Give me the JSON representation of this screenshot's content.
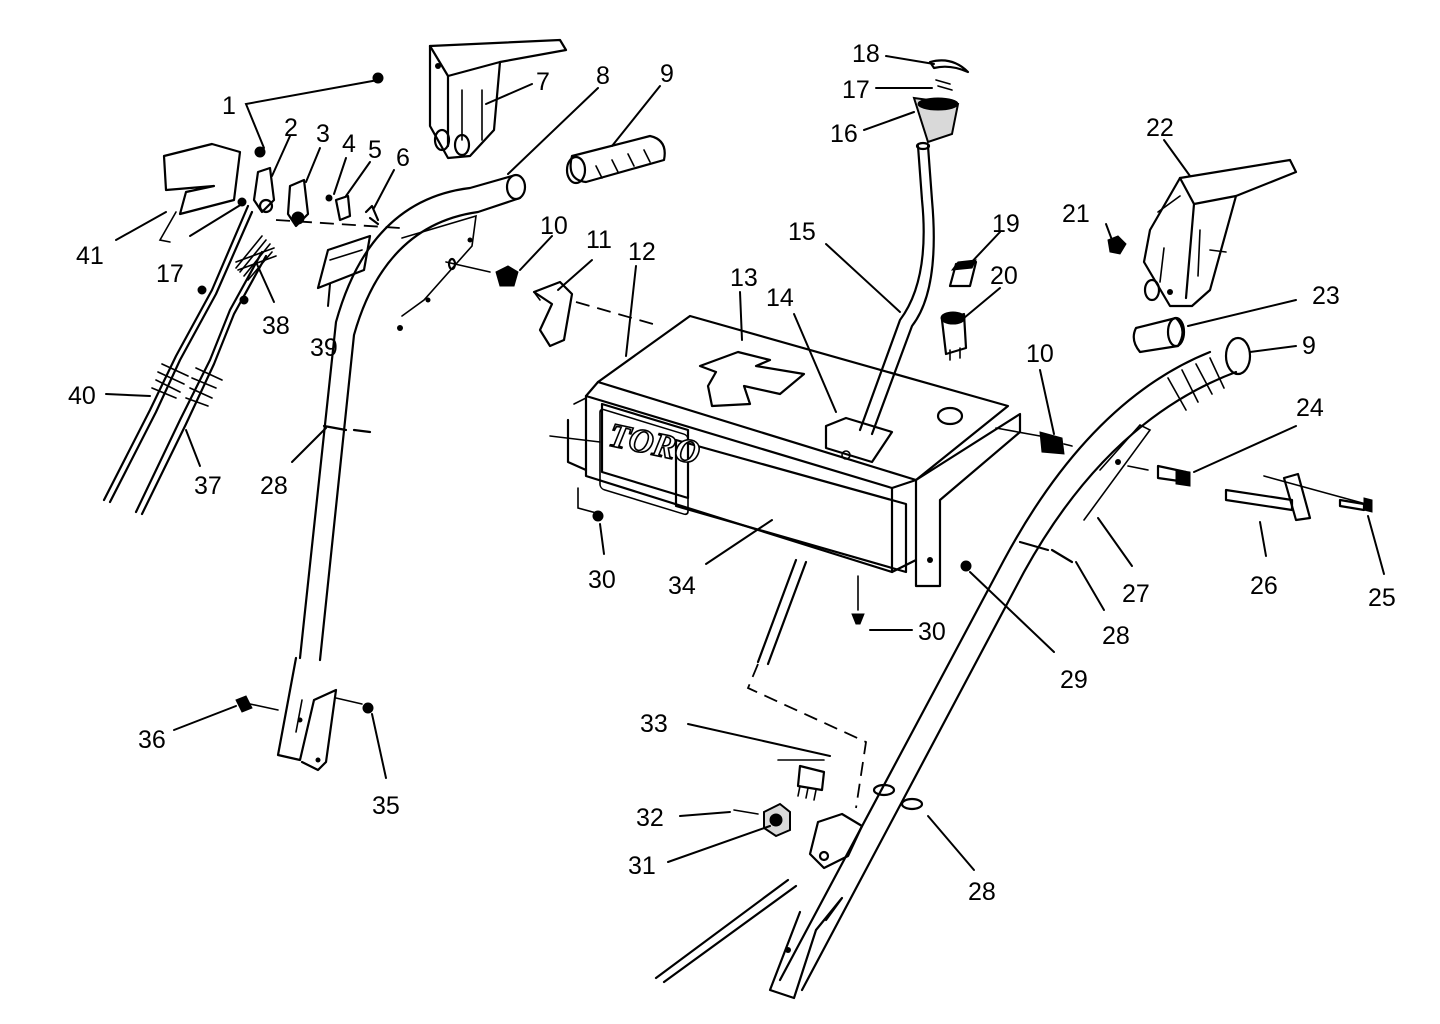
{
  "brand_text": "TORO",
  "callouts": [
    {
      "id": "c1",
      "label": "1"
    },
    {
      "id": "c2",
      "label": "2"
    },
    {
      "id": "c3",
      "label": "3"
    },
    {
      "id": "c4",
      "label": "4"
    },
    {
      "id": "c5",
      "label": "5"
    },
    {
      "id": "c6",
      "label": "6"
    },
    {
      "id": "c7",
      "label": "7"
    },
    {
      "id": "c8",
      "label": "8"
    },
    {
      "id": "c9a",
      "label": "9"
    },
    {
      "id": "c9b",
      "label": "9"
    },
    {
      "id": "c10a",
      "label": "10"
    },
    {
      "id": "c10b",
      "label": "10"
    },
    {
      "id": "c11",
      "label": "11"
    },
    {
      "id": "c12",
      "label": "12"
    },
    {
      "id": "c13",
      "label": "13"
    },
    {
      "id": "c14",
      "label": "14"
    },
    {
      "id": "c15",
      "label": "15"
    },
    {
      "id": "c16",
      "label": "16"
    },
    {
      "id": "c17a",
      "label": "17"
    },
    {
      "id": "c17b",
      "label": "17"
    },
    {
      "id": "c18",
      "label": "18"
    },
    {
      "id": "c19",
      "label": "19"
    },
    {
      "id": "c20",
      "label": "20"
    },
    {
      "id": "c21",
      "label": "21"
    },
    {
      "id": "c22",
      "label": "22"
    },
    {
      "id": "c23",
      "label": "23"
    },
    {
      "id": "c24",
      "label": "24"
    },
    {
      "id": "c25",
      "label": "25"
    },
    {
      "id": "c26",
      "label": "26"
    },
    {
      "id": "c27",
      "label": "27"
    },
    {
      "id": "c28a",
      "label": "28"
    },
    {
      "id": "c28b",
      "label": "28"
    },
    {
      "id": "c28c",
      "label": "28"
    },
    {
      "id": "c29",
      "label": "29"
    },
    {
      "id": "c30a",
      "label": "30"
    },
    {
      "id": "c30b",
      "label": "30"
    },
    {
      "id": "c31",
      "label": "31"
    },
    {
      "id": "c32",
      "label": "32"
    },
    {
      "id": "c33",
      "label": "33"
    },
    {
      "id": "c34",
      "label": "34"
    },
    {
      "id": "c35",
      "label": "35"
    },
    {
      "id": "c36",
      "label": "36"
    },
    {
      "id": "c37",
      "label": "37"
    },
    {
      "id": "c38",
      "label": "38"
    },
    {
      "id": "c39",
      "label": "39"
    },
    {
      "id": "c40",
      "label": "40"
    },
    {
      "id": "c41",
      "label": "41"
    }
  ]
}
